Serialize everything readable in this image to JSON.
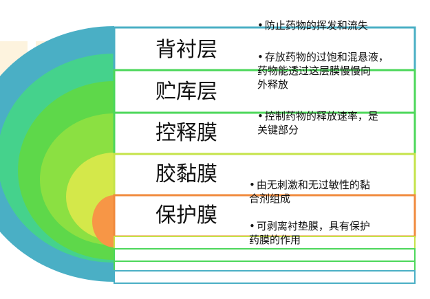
{
  "colors": {
    "outer_ring": "#4AAFC5",
    "ring_2": "#45D28C",
    "ring_3": "#5ED84A",
    "ring_4": "#8BE042",
    "ring_5": "#D4E84A",
    "core": "#F79646",
    "border_teal": "#4AAFC5",
    "border_green": "#4CD75A",
    "border_lime": "#C5E34A",
    "border_orange": "#F08A3C"
  },
  "bullet_glyph": "•",
  "layers": [
    {
      "label": "背衬层"
    },
    {
      "label": "贮库层"
    },
    {
      "label": "控释膜"
    },
    {
      "label": "胶黏膜"
    },
    {
      "label": "保护膜"
    }
  ],
  "descriptions": [
    {
      "text": "防止药物的挥发和流失"
    },
    {
      "text": "存放药物的过饱和混悬液，\n药物能透过这层膜慢慢向\n外释放"
    },
    {
      "text": "控制药物的释放速率，是\n关键部分"
    },
    {
      "text": "由无刺激和无过敏性的黏\n合剂组成"
    },
    {
      "text": "可剥离衬垫膜，具有保护\n药膜的作用"
    }
  ]
}
